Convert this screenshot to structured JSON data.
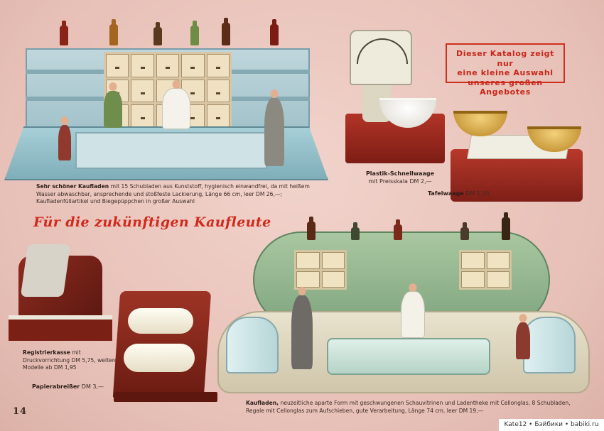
{
  "notice": {
    "line1": "Dieser Katalog zeigt nur",
    "line2": "eine kleine Auswahl",
    "line3": "unseres großen Angebotes"
  },
  "caption_shop1": {
    "title": "Sehr schöner Kaufladen",
    "text": "mit 15 Schubladen aus Kunststoff, hygienisch einwandfrei, da mit heißem Wasser abwaschbar, ansprechende und stoßfeste Lackierung, Länge 66 cm, leer DM 26,—; Kaufladenfüllartikel und Biegepüppchen in großer Auswahl"
  },
  "caption_scale1": {
    "title": "Plastik-Schnellwaage",
    "text": "mit Preisskala DM 2,—"
  },
  "caption_scale2": {
    "title": "Tafelwaage",
    "text": "DM 1,50"
  },
  "heading": "Für die zukünftigen Kaufleute",
  "caption_register": {
    "title": "Registrierkasse",
    "text": "mit Druckvorrichtung DM 5,75, weitere Modelle ab DM 1,95"
  },
  "caption_paper": {
    "title": "Papierabreißer",
    "text": "DM 3,—"
  },
  "caption_shop2": {
    "title": "Kaufladen,",
    "text": "neuzeitliche aparte Form mit geschwungenen Schauvitrinen und Ladentheke mit Cellonglas, 8 Schubladen, Regale mit Cellonglas zum Aufschieben, gute Verarbeitung, Länge 74 cm, leer DM 19,—"
  },
  "page_number": "14",
  "watermark": "Kate12 • Бэйбики • babiki.ru",
  "colors": {
    "background": "#e9c8bf",
    "accent_red": "#d02a1c",
    "text": "#3b2b25"
  }
}
